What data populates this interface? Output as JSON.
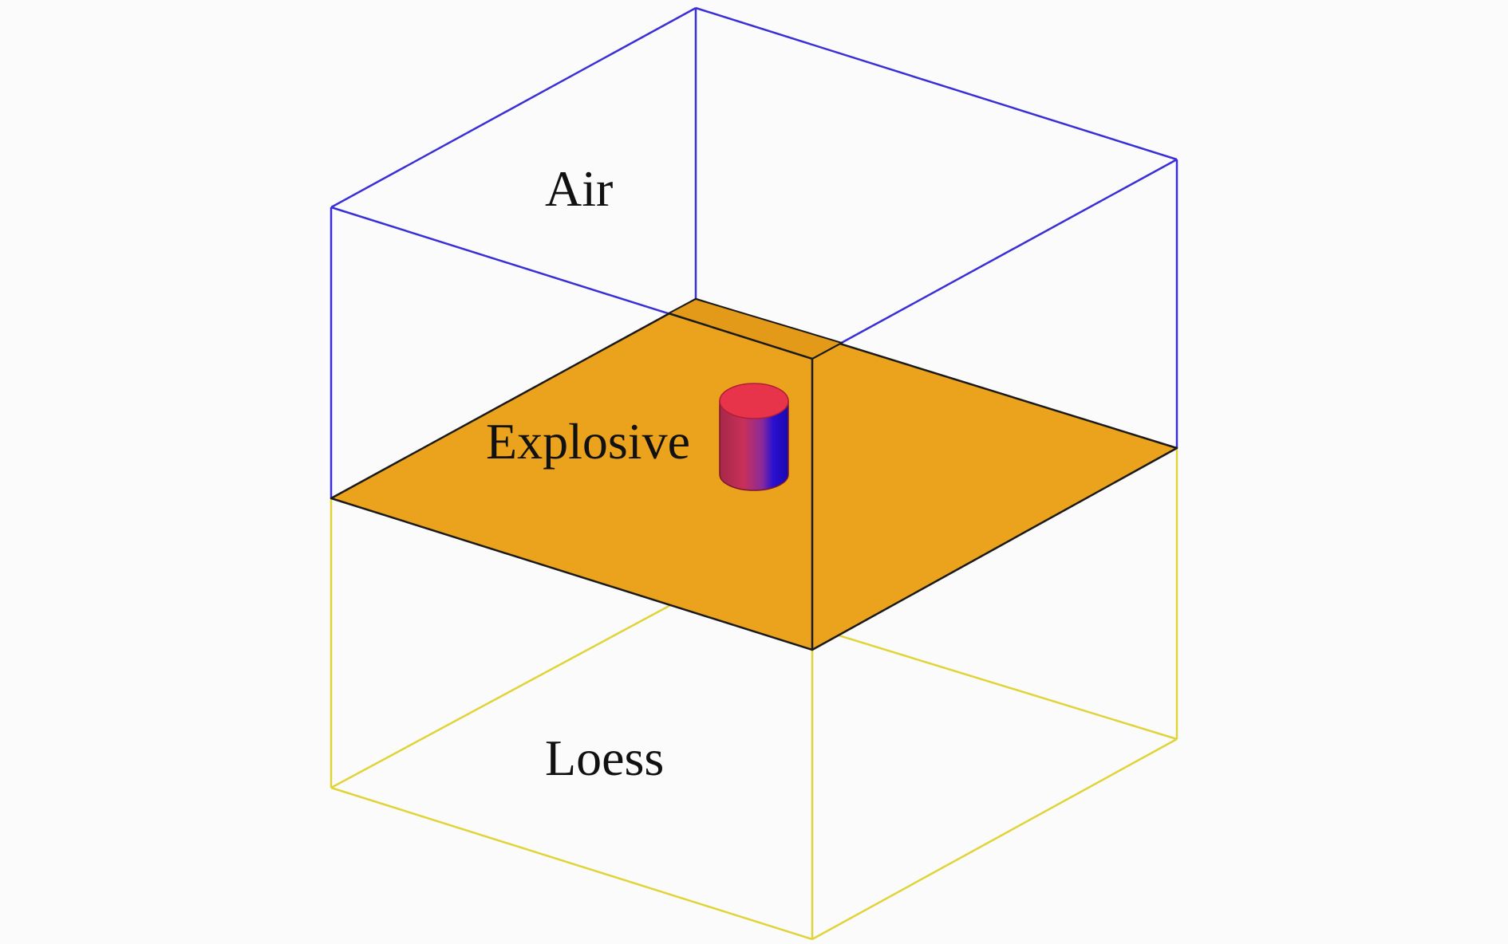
{
  "labels": {
    "air": "Air",
    "explosive": "Explosive",
    "loess": "Loess"
  },
  "colors": {
    "background": "#fbfbfb",
    "air_edges": "#3a2fd6",
    "loess_edges": "#e0d43a",
    "ground_surface": "#eba21c",
    "charge_top": "#e8344a",
    "charge_side_red": "#c22a52",
    "charge_side_blue": "#2a10d0",
    "outline": "#1a1a1a"
  }
}
